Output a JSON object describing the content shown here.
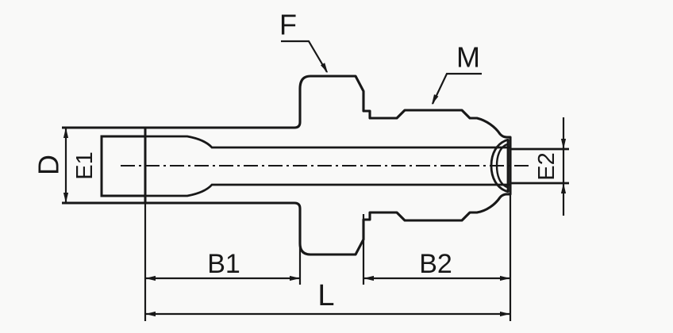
{
  "diagram": {
    "type": "technical-drawing",
    "view": "fitting-side-profile",
    "background_color": "#f9f9f8",
    "line_color": "#181818",
    "labels": {
      "D": "D",
      "E1": "E1",
      "F": "F",
      "M": "M",
      "E2": "E2",
      "B1": "B1",
      "B2": "B2",
      "L": "L"
    }
  }
}
